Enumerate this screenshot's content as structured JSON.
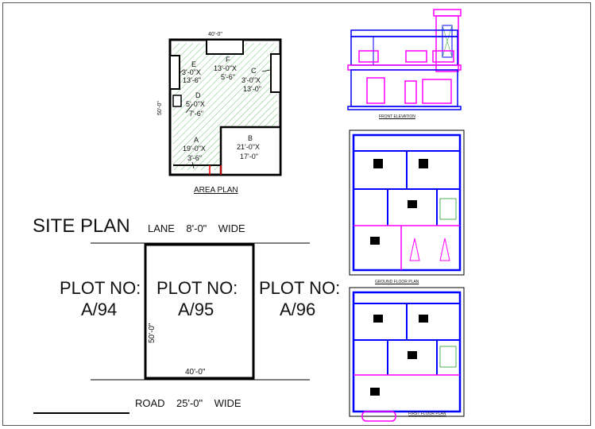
{
  "area_plan": {
    "title": "AREA PLAN",
    "top_dim": "40'-0\"",
    "side_dim": "50'-0\"",
    "zones": [
      {
        "id": "E",
        "size1": "3'-0\"X",
        "size2": "13'-6\""
      },
      {
        "id": "F",
        "size1": "13'-0\"X",
        "size2": "5'-6\""
      },
      {
        "id": "C",
        "size1": "3'-0\"X",
        "size2": "13'-0\""
      },
      {
        "id": "D",
        "size1": "5'-0\"X",
        "size2": "7'-6\""
      },
      {
        "id": "A",
        "size1": "19'-0\"X",
        "size2": "3'-6\""
      },
      {
        "id": "B",
        "size1": "21'-0\"X",
        "size2": "17'-0\""
      }
    ]
  },
  "site_plan": {
    "title": "SITE PLAN",
    "lane": "LANE    8'-0\"    WIDE",
    "road": "ROAD    25'-0\"    WIDE",
    "plot_depth": "50'-0\"",
    "plot_width": "40'-0\"",
    "plots": [
      {
        "label": "PLOT NO:",
        "number": "A/94"
      },
      {
        "label": "PLOT NO:",
        "number": "A/95"
      },
      {
        "label": "PLOT NO:",
        "number": "A/96"
      }
    ]
  },
  "drawings": {
    "front_elevation": "FRONT ELEVATION",
    "ground_floor": "GROUND FLOOR PLAN",
    "first_floor": "FIRST FLOOR PLAN"
  },
  "colors": {
    "line": "#000000",
    "accent": "#ff00ff",
    "blue": "#0000ff",
    "hatch": "#4caf50",
    "red": "#ff0000"
  }
}
